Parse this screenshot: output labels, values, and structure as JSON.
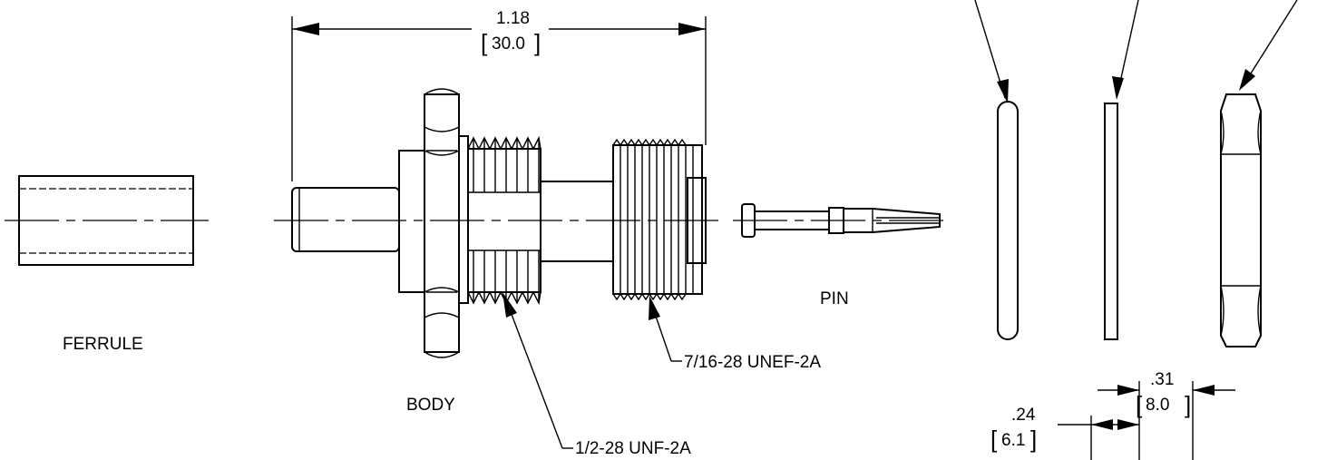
{
  "labels": {
    "ferrule": "FERRULE",
    "body": "BODY",
    "pin": "PIN",
    "thread_small": "1/2-28 UNF-2A",
    "thread_large": "7/16-28 UNEF-2A"
  },
  "dimensions": {
    "length_in": "1.18",
    "length_mm": "30.0",
    "nut_width_in": ".31",
    "nut_width_mm": "8.0",
    "washer_width_in": ".24",
    "washer_width_mm": "6.1"
  },
  "brackets": {
    "open": "[",
    "close": "]"
  }
}
